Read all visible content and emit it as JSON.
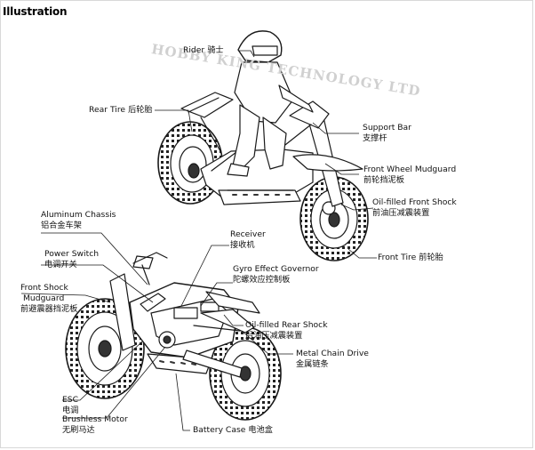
{
  "heading": "Illustration",
  "watermark": "HOBBY KING TECHNOLOGY LTD",
  "labels": {
    "rider": {
      "en": "Rider",
      "zh": "骑士"
    },
    "rear_tire": {
      "en": "Rear Tire",
      "zh": "后轮胎"
    },
    "support_bar": {
      "en": "Support  Bar",
      "zh": "支撑杆"
    },
    "front_wheel_mudguard": {
      "en": "Front Wheel Mudguard",
      "zh": "前轮挡泥板"
    },
    "oil_front_shock": {
      "en": "Oil-filled Front Shock",
      "zh": "前油压减震装置"
    },
    "front_tire": {
      "en": "Front Tire",
      "zh": "前轮胎"
    },
    "aluminum_chassis": {
      "en": "Aluminum Chassis",
      "zh": "铝合金车架"
    },
    "receiver": {
      "en": "Receiver",
      "zh": "接收机"
    },
    "power_switch": {
      "en": "Power  Switch",
      "zh": "电调开关"
    },
    "gyro_governor": {
      "en": "Gyro Effect Governor",
      "zh": "陀螺效应控制板"
    },
    "front_shock_mudguard": {
      "en1": "Front   Shock",
      "en2": "Mudguard",
      "zh": "前避震器挡泥板"
    },
    "oil_rear_shock": {
      "en": "Oil-filled Rear Shock",
      "zh": "后油压减震装置"
    },
    "metal_chain": {
      "en": "Metal Chain Drive",
      "zh": "金属链条"
    },
    "esc": {
      "en": "ESC",
      "zh": "电调"
    },
    "brushless_motor": {
      "en": "Brushless Motor",
      "zh": "无刷马达"
    },
    "battery_case": {
      "en": "Battery  Case",
      "zh": "电池盒"
    }
  }
}
